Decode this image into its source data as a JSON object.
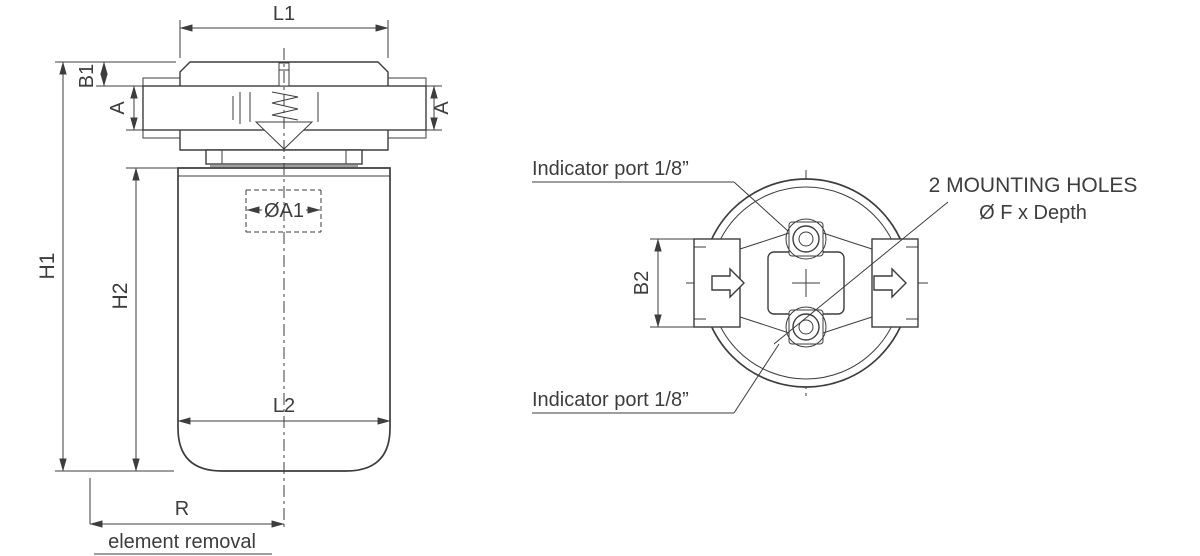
{
  "figure": {
    "kind": "technical-drawing",
    "line_color": "#3d3d3d",
    "background": "#ffffff"
  },
  "side_view": {
    "dim_L1": "L1",
    "dim_B1": "B1",
    "port_left": "A",
    "port_right": "A",
    "dim_H1": "H1",
    "dim_H2": "H2",
    "dim_A1": "ØA1",
    "dim_L2": "L2",
    "dim_R": "R",
    "note_element_removal": "element removal"
  },
  "top_view": {
    "callout_indicator_top": "Indicator port 1/8”",
    "callout_indicator_bottom": "Indicator port 1/8”",
    "callout_mounting_line1": "2 MOUNTING HOLES",
    "callout_mounting_line2": "Ø F x Depth",
    "dim_B2": "B2"
  }
}
